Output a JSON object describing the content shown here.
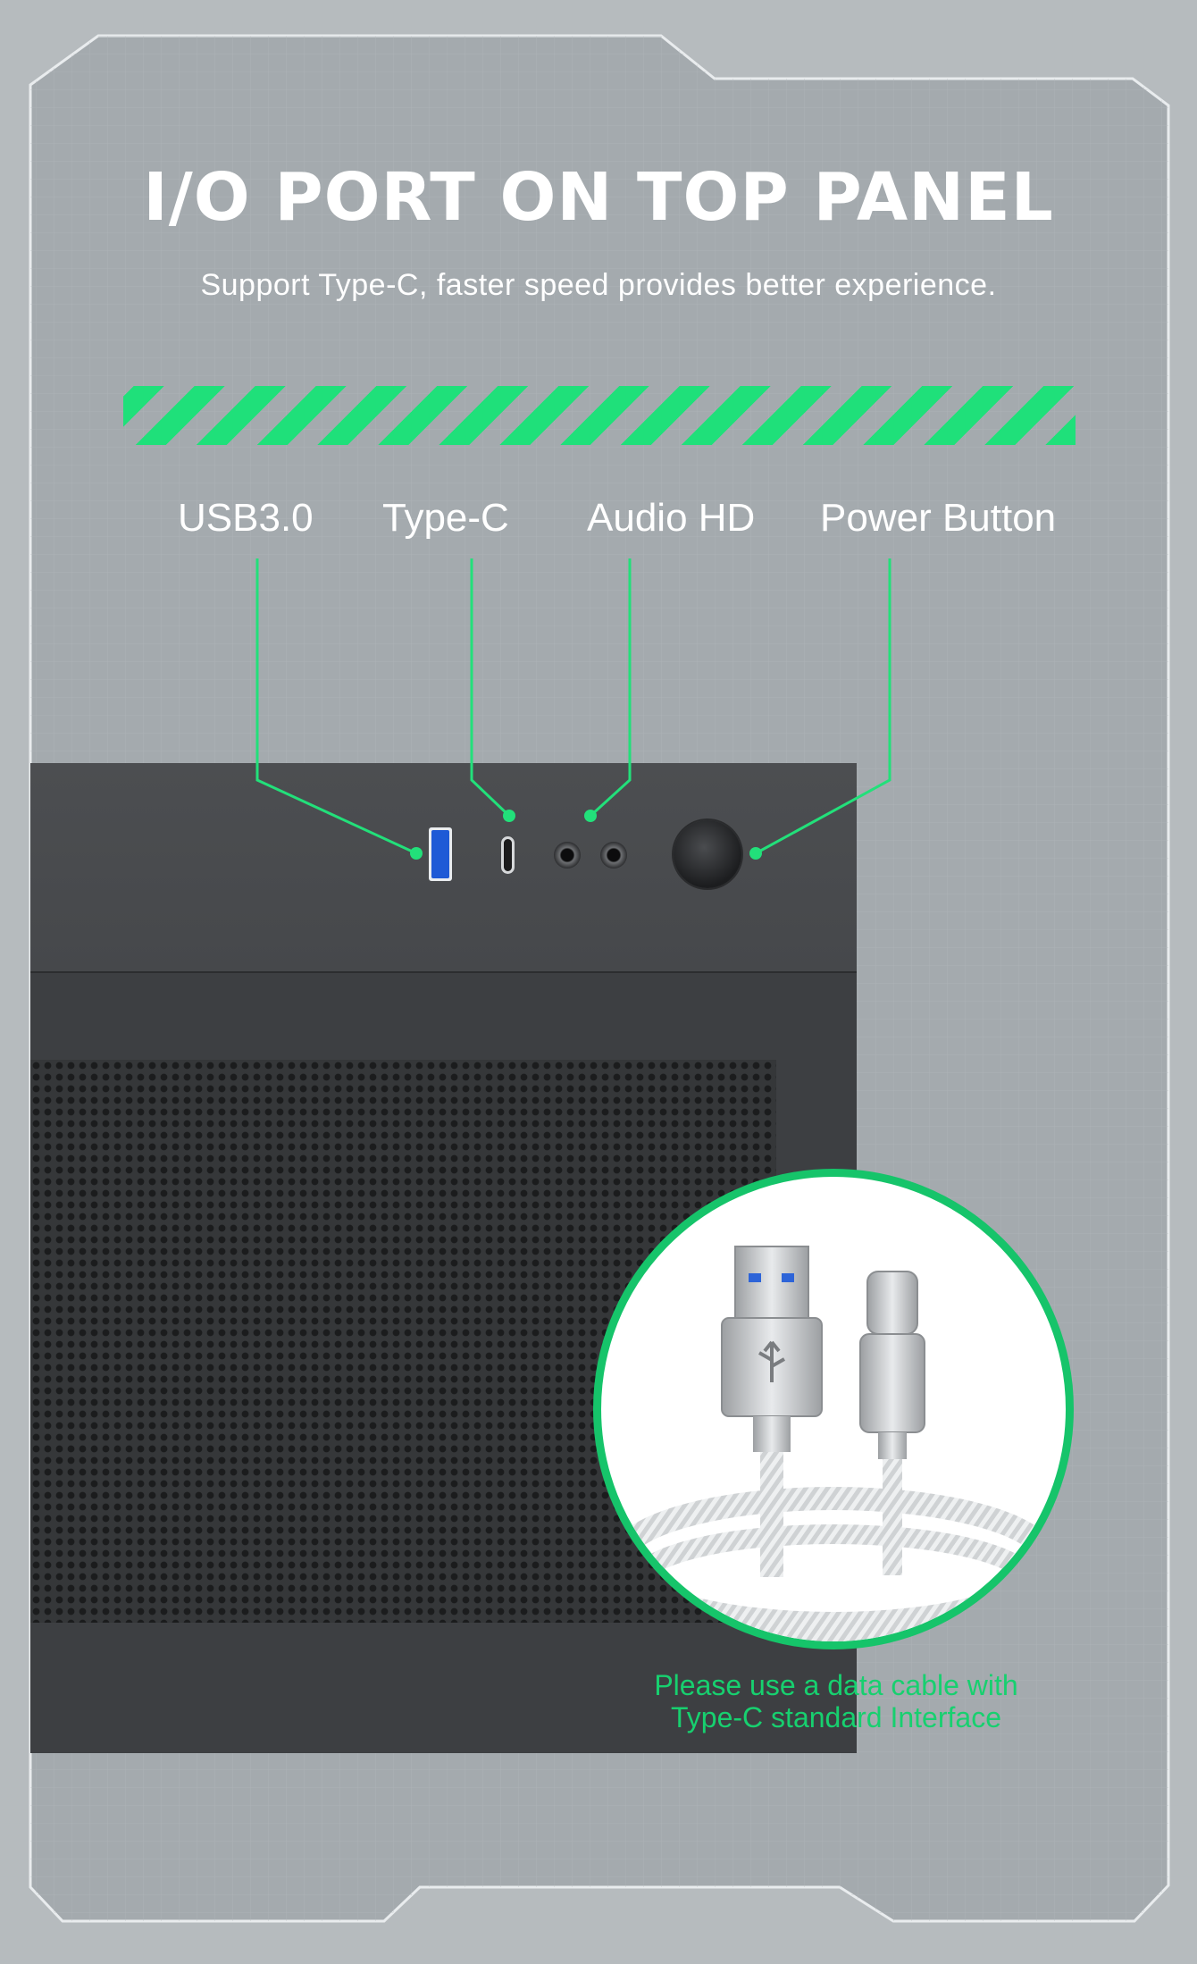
{
  "title": "I/O PORT ON TOP PANEL",
  "subtitle": "Support Type-C, faster speed provides better experience.",
  "ports": [
    {
      "label": "USB3.0"
    },
    {
      "label": "Type-C"
    },
    {
      "label": "Audio HD"
    },
    {
      "label": "Power Button"
    }
  ],
  "note": {
    "line1": "Please use a data cable with",
    "line2": "Type-C standard Interface"
  },
  "colors": {
    "accent": "#1fe07a",
    "background": "#b6bbbe",
    "panel": "#a4aaae",
    "case": "#3d3f42"
  }
}
